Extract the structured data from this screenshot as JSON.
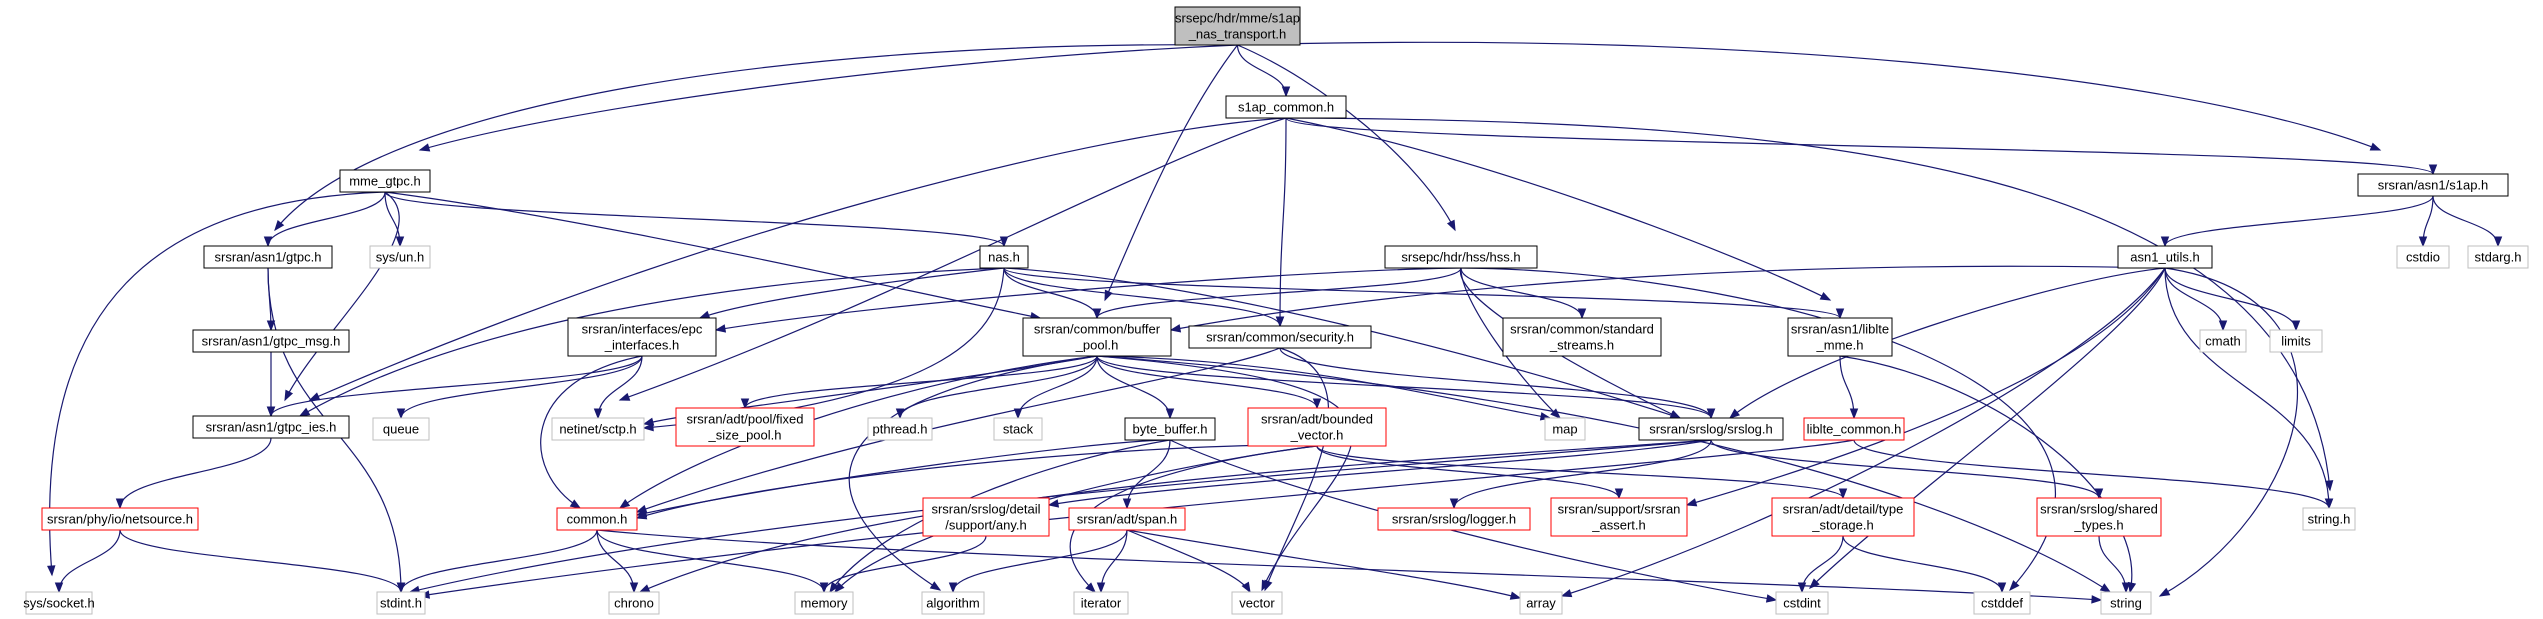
{
  "graph": {
    "colors": {
      "edge": "#191970",
      "root_fill": "#bfbfbf",
      "documented_border": "#000000",
      "undocumented_border": "#ff0000",
      "system_border": "#bfbfbf"
    },
    "nodes": [
      {
        "id": "root",
        "lines": [
          "srsepc/hdr/mme/s1ap",
          "_nas_transport.h"
        ],
        "kind": "root"
      },
      {
        "id": "s1ap_common",
        "lines": [
          "s1ap_common.h"
        ],
        "kind": "doc"
      },
      {
        "id": "mme_gtpc",
        "lines": [
          "mme_gtpc.h"
        ],
        "kind": "doc"
      },
      {
        "id": "asn1_s1ap",
        "lines": [
          "srsran/asn1/s1ap.h"
        ],
        "kind": "doc"
      },
      {
        "id": "asn1_gtpc",
        "lines": [
          "srsran/asn1/gtpc.h"
        ],
        "kind": "doc"
      },
      {
        "id": "sys_un",
        "lines": [
          "sys/un.h"
        ],
        "kind": "sys"
      },
      {
        "id": "nas",
        "lines": [
          "nas.h"
        ],
        "kind": "doc"
      },
      {
        "id": "hss",
        "lines": [
          "srsepc/hdr/hss/hss.h"
        ],
        "kind": "doc"
      },
      {
        "id": "asn1_utils",
        "lines": [
          "asn1_utils.h"
        ],
        "kind": "doc"
      },
      {
        "id": "cstdio",
        "lines": [
          "cstdio"
        ],
        "kind": "sys"
      },
      {
        "id": "stdarg",
        "lines": [
          "stdarg.h"
        ],
        "kind": "sys"
      },
      {
        "id": "gtpc_msg",
        "lines": [
          "srsran/asn1/gtpc_msg.h"
        ],
        "kind": "doc"
      },
      {
        "id": "epc_if",
        "lines": [
          "srsran/interfaces/epc",
          "_interfaces.h"
        ],
        "kind": "doc"
      },
      {
        "id": "buffer_pool",
        "lines": [
          "srsran/common/buffer",
          "_pool.h"
        ],
        "kind": "doc"
      },
      {
        "id": "security",
        "lines": [
          "srsran/common/security.h"
        ],
        "kind": "doc"
      },
      {
        "id": "std_streams",
        "lines": [
          "srsran/common/standard",
          "_streams.h"
        ],
        "kind": "doc"
      },
      {
        "id": "liblte_mme",
        "lines": [
          "srsran/asn1/liblte",
          "_mme.h"
        ],
        "kind": "doc"
      },
      {
        "id": "cmath",
        "lines": [
          "cmath"
        ],
        "kind": "sys"
      },
      {
        "id": "limits",
        "lines": [
          "limits"
        ],
        "kind": "sys"
      },
      {
        "id": "gtpc_ies",
        "lines": [
          "srsran/asn1/gtpc_ies.h"
        ],
        "kind": "doc"
      },
      {
        "id": "queue",
        "lines": [
          "queue"
        ],
        "kind": "sys"
      },
      {
        "id": "sctp",
        "lines": [
          "netinet/sctp.h"
        ],
        "kind": "sys"
      },
      {
        "id": "fixed_pool",
        "lines": [
          "srsran/adt/pool/fixed",
          "_size_pool.h"
        ],
        "kind": "red"
      },
      {
        "id": "pthread",
        "lines": [
          "pthread.h"
        ],
        "kind": "sys"
      },
      {
        "id": "stack",
        "lines": [
          "stack"
        ],
        "kind": "sys"
      },
      {
        "id": "byte_buffer",
        "lines": [
          "byte_buffer.h"
        ],
        "kind": "doc"
      },
      {
        "id": "bounded_vector",
        "lines": [
          "srsran/adt/bounded",
          "_vector.h"
        ],
        "kind": "red"
      },
      {
        "id": "map",
        "lines": [
          "map"
        ],
        "kind": "sys"
      },
      {
        "id": "srslog",
        "lines": [
          "srsran/srslog/srslog.h"
        ],
        "kind": "doc"
      },
      {
        "id": "liblte_common",
        "lines": [
          "liblte_common.h"
        ],
        "kind": "red"
      },
      {
        "id": "netsource",
        "lines": [
          "srsran/phy/io/netsource.h"
        ],
        "kind": "red"
      },
      {
        "id": "common",
        "lines": [
          "common.h"
        ],
        "kind": "red"
      },
      {
        "id": "any",
        "lines": [
          "srsran/srslog/detail",
          "/support/any.h"
        ],
        "kind": "red"
      },
      {
        "id": "span",
        "lines": [
          "srsran/adt/span.h"
        ],
        "kind": "red"
      },
      {
        "id": "logger",
        "lines": [
          "srsran/srslog/logger.h"
        ],
        "kind": "red"
      },
      {
        "id": "srsran_assert",
        "lines": [
          "srsran/support/srsran",
          "_assert.h"
        ],
        "kind": "red"
      },
      {
        "id": "type_storage",
        "lines": [
          "srsran/adt/detail/type",
          "_storage.h"
        ],
        "kind": "red"
      },
      {
        "id": "shared_types",
        "lines": [
          "srsran/srslog/shared",
          "_types.h"
        ],
        "kind": "red"
      },
      {
        "id": "string_h",
        "lines": [
          "string.h"
        ],
        "kind": "sys"
      },
      {
        "id": "sys_socket",
        "lines": [
          "sys/socket.h"
        ],
        "kind": "sys"
      },
      {
        "id": "stdint",
        "lines": [
          "stdint.h"
        ],
        "kind": "sys"
      },
      {
        "id": "chrono",
        "lines": [
          "chrono"
        ],
        "kind": "sys"
      },
      {
        "id": "memory",
        "lines": [
          "memory"
        ],
        "kind": "sys"
      },
      {
        "id": "algorithm",
        "lines": [
          "algorithm"
        ],
        "kind": "sys"
      },
      {
        "id": "iterator",
        "lines": [
          "iterator"
        ],
        "kind": "sys"
      },
      {
        "id": "vector",
        "lines": [
          "vector"
        ],
        "kind": "sys"
      },
      {
        "id": "array",
        "lines": [
          "array"
        ],
        "kind": "sys"
      },
      {
        "id": "cstdint",
        "lines": [
          "cstdint"
        ],
        "kind": "sys"
      },
      {
        "id": "cstddef",
        "lines": [
          "cstddef"
        ],
        "kind": "sys"
      },
      {
        "id": "string",
        "lines": [
          "string"
        ],
        "kind": "sys"
      }
    ],
    "edges": [
      [
        "root",
        "s1ap_common"
      ],
      [
        "root",
        "mme_gtpc"
      ],
      [
        "root",
        "asn1_gtpc"
      ],
      [
        "root",
        "buffer_pool"
      ],
      [
        "root",
        "hss"
      ],
      [
        "root",
        "asn1_s1ap"
      ],
      [
        "s1ap_common",
        "asn1_s1ap"
      ],
      [
        "s1ap_common",
        "security"
      ],
      [
        "s1ap_common",
        "liblte_mme"
      ],
      [
        "s1ap_common",
        "sctp"
      ],
      [
        "s1ap_common",
        "gtpc_ies"
      ],
      [
        "s1ap_common",
        "string_h"
      ],
      [
        "mme_gtpc",
        "asn1_gtpc"
      ],
      [
        "mme_gtpc",
        "sys_un"
      ],
      [
        "mme_gtpc",
        "nas"
      ],
      [
        "mme_gtpc",
        "buffer_pool"
      ],
      [
        "mme_gtpc",
        "sys_socket"
      ],
      [
        "mme_gtpc",
        "gtpc_ies"
      ],
      [
        "asn1_s1ap",
        "asn1_utils"
      ],
      [
        "asn1_s1ap",
        "cstdio"
      ],
      [
        "asn1_s1ap",
        "stdarg"
      ],
      [
        "asn1_gtpc",
        "gtpc_msg"
      ],
      [
        "asn1_gtpc",
        "stdint"
      ],
      [
        "gtpc_msg",
        "gtpc_ies"
      ],
      [
        "nas",
        "epc_if"
      ],
      [
        "nas",
        "buffer_pool"
      ],
      [
        "nas",
        "security"
      ],
      [
        "nas",
        "liblte_mme"
      ],
      [
        "nas",
        "gtpc_ies"
      ],
      [
        "nas",
        "sctp"
      ],
      [
        "nas",
        "srslog"
      ],
      [
        "hss",
        "buffer_pool"
      ],
      [
        "hss",
        "std_streams"
      ],
      [
        "hss",
        "srslog"
      ],
      [
        "hss",
        "map"
      ],
      [
        "hss",
        "cstddef"
      ],
      [
        "hss",
        "epc_if"
      ],
      [
        "asn1_utils",
        "srslog"
      ],
      [
        "asn1_utils",
        "cmath"
      ],
      [
        "asn1_utils",
        "limits"
      ],
      [
        "asn1_utils",
        "string_h"
      ],
      [
        "asn1_utils",
        "array"
      ],
      [
        "asn1_utils",
        "cstdint"
      ],
      [
        "asn1_utils",
        "srsran_assert"
      ],
      [
        "asn1_utils",
        "string"
      ],
      [
        "asn1_utils",
        "buffer_pool"
      ],
      [
        "epc_if",
        "gtpc_ies"
      ],
      [
        "epc_if",
        "queue"
      ],
      [
        "epc_if",
        "sctp"
      ],
      [
        "epc_if",
        "common"
      ],
      [
        "buffer_pool",
        "byte_buffer"
      ],
      [
        "buffer_pool",
        "bounded_vector"
      ],
      [
        "buffer_pool",
        "srslog"
      ],
      [
        "buffer_pool",
        "fixed_pool"
      ],
      [
        "buffer_pool",
        "pthread"
      ],
      [
        "buffer_pool",
        "stack"
      ],
      [
        "buffer_pool",
        "common"
      ],
      [
        "buffer_pool",
        "map"
      ],
      [
        "buffer_pool",
        "vector"
      ],
      [
        "buffer_pool",
        "algorithm"
      ],
      [
        "buffer_pool",
        "string"
      ],
      [
        "buffer_pool",
        "sctp"
      ],
      [
        "security",
        "srslog"
      ],
      [
        "security",
        "common"
      ],
      [
        "security",
        "vector"
      ],
      [
        "liblte_mme",
        "liblte_common"
      ],
      [
        "liblte_mme",
        "string"
      ],
      [
        "gtpc_ies",
        "netsource"
      ],
      [
        "netsource",
        "sys_socket"
      ],
      [
        "netsource",
        "stdint"
      ],
      [
        "byte_buffer",
        "common"
      ],
      [
        "byte_buffer",
        "span"
      ],
      [
        "byte_buffer",
        "memory"
      ],
      [
        "byte_buffer",
        "cstdint"
      ],
      [
        "bounded_vector",
        "srsran_assert"
      ],
      [
        "bounded_vector",
        "type_storage"
      ],
      [
        "bounded_vector",
        "iterator"
      ],
      [
        "bounded_vector",
        "memory"
      ],
      [
        "bounded_vector",
        "common"
      ],
      [
        "srslog",
        "logger"
      ],
      [
        "srslog",
        "shared_types"
      ],
      [
        "srslog",
        "any"
      ],
      [
        "srslog",
        "chrono"
      ],
      [
        "srslog",
        "stdint"
      ],
      [
        "liblte_common",
        "string_h"
      ],
      [
        "liblte_common",
        "stdint"
      ],
      [
        "common",
        "stdint"
      ],
      [
        "common",
        "chrono"
      ],
      [
        "common",
        "memory"
      ],
      [
        "common",
        "string"
      ],
      [
        "any",
        "memory"
      ],
      [
        "span",
        "algorithm"
      ],
      [
        "span",
        "iterator"
      ],
      [
        "span",
        "vector"
      ],
      [
        "span",
        "array"
      ],
      [
        "type_storage",
        "cstdint"
      ],
      [
        "type_storage",
        "cstddef"
      ],
      [
        "shared_types",
        "string"
      ]
    ]
  }
}
